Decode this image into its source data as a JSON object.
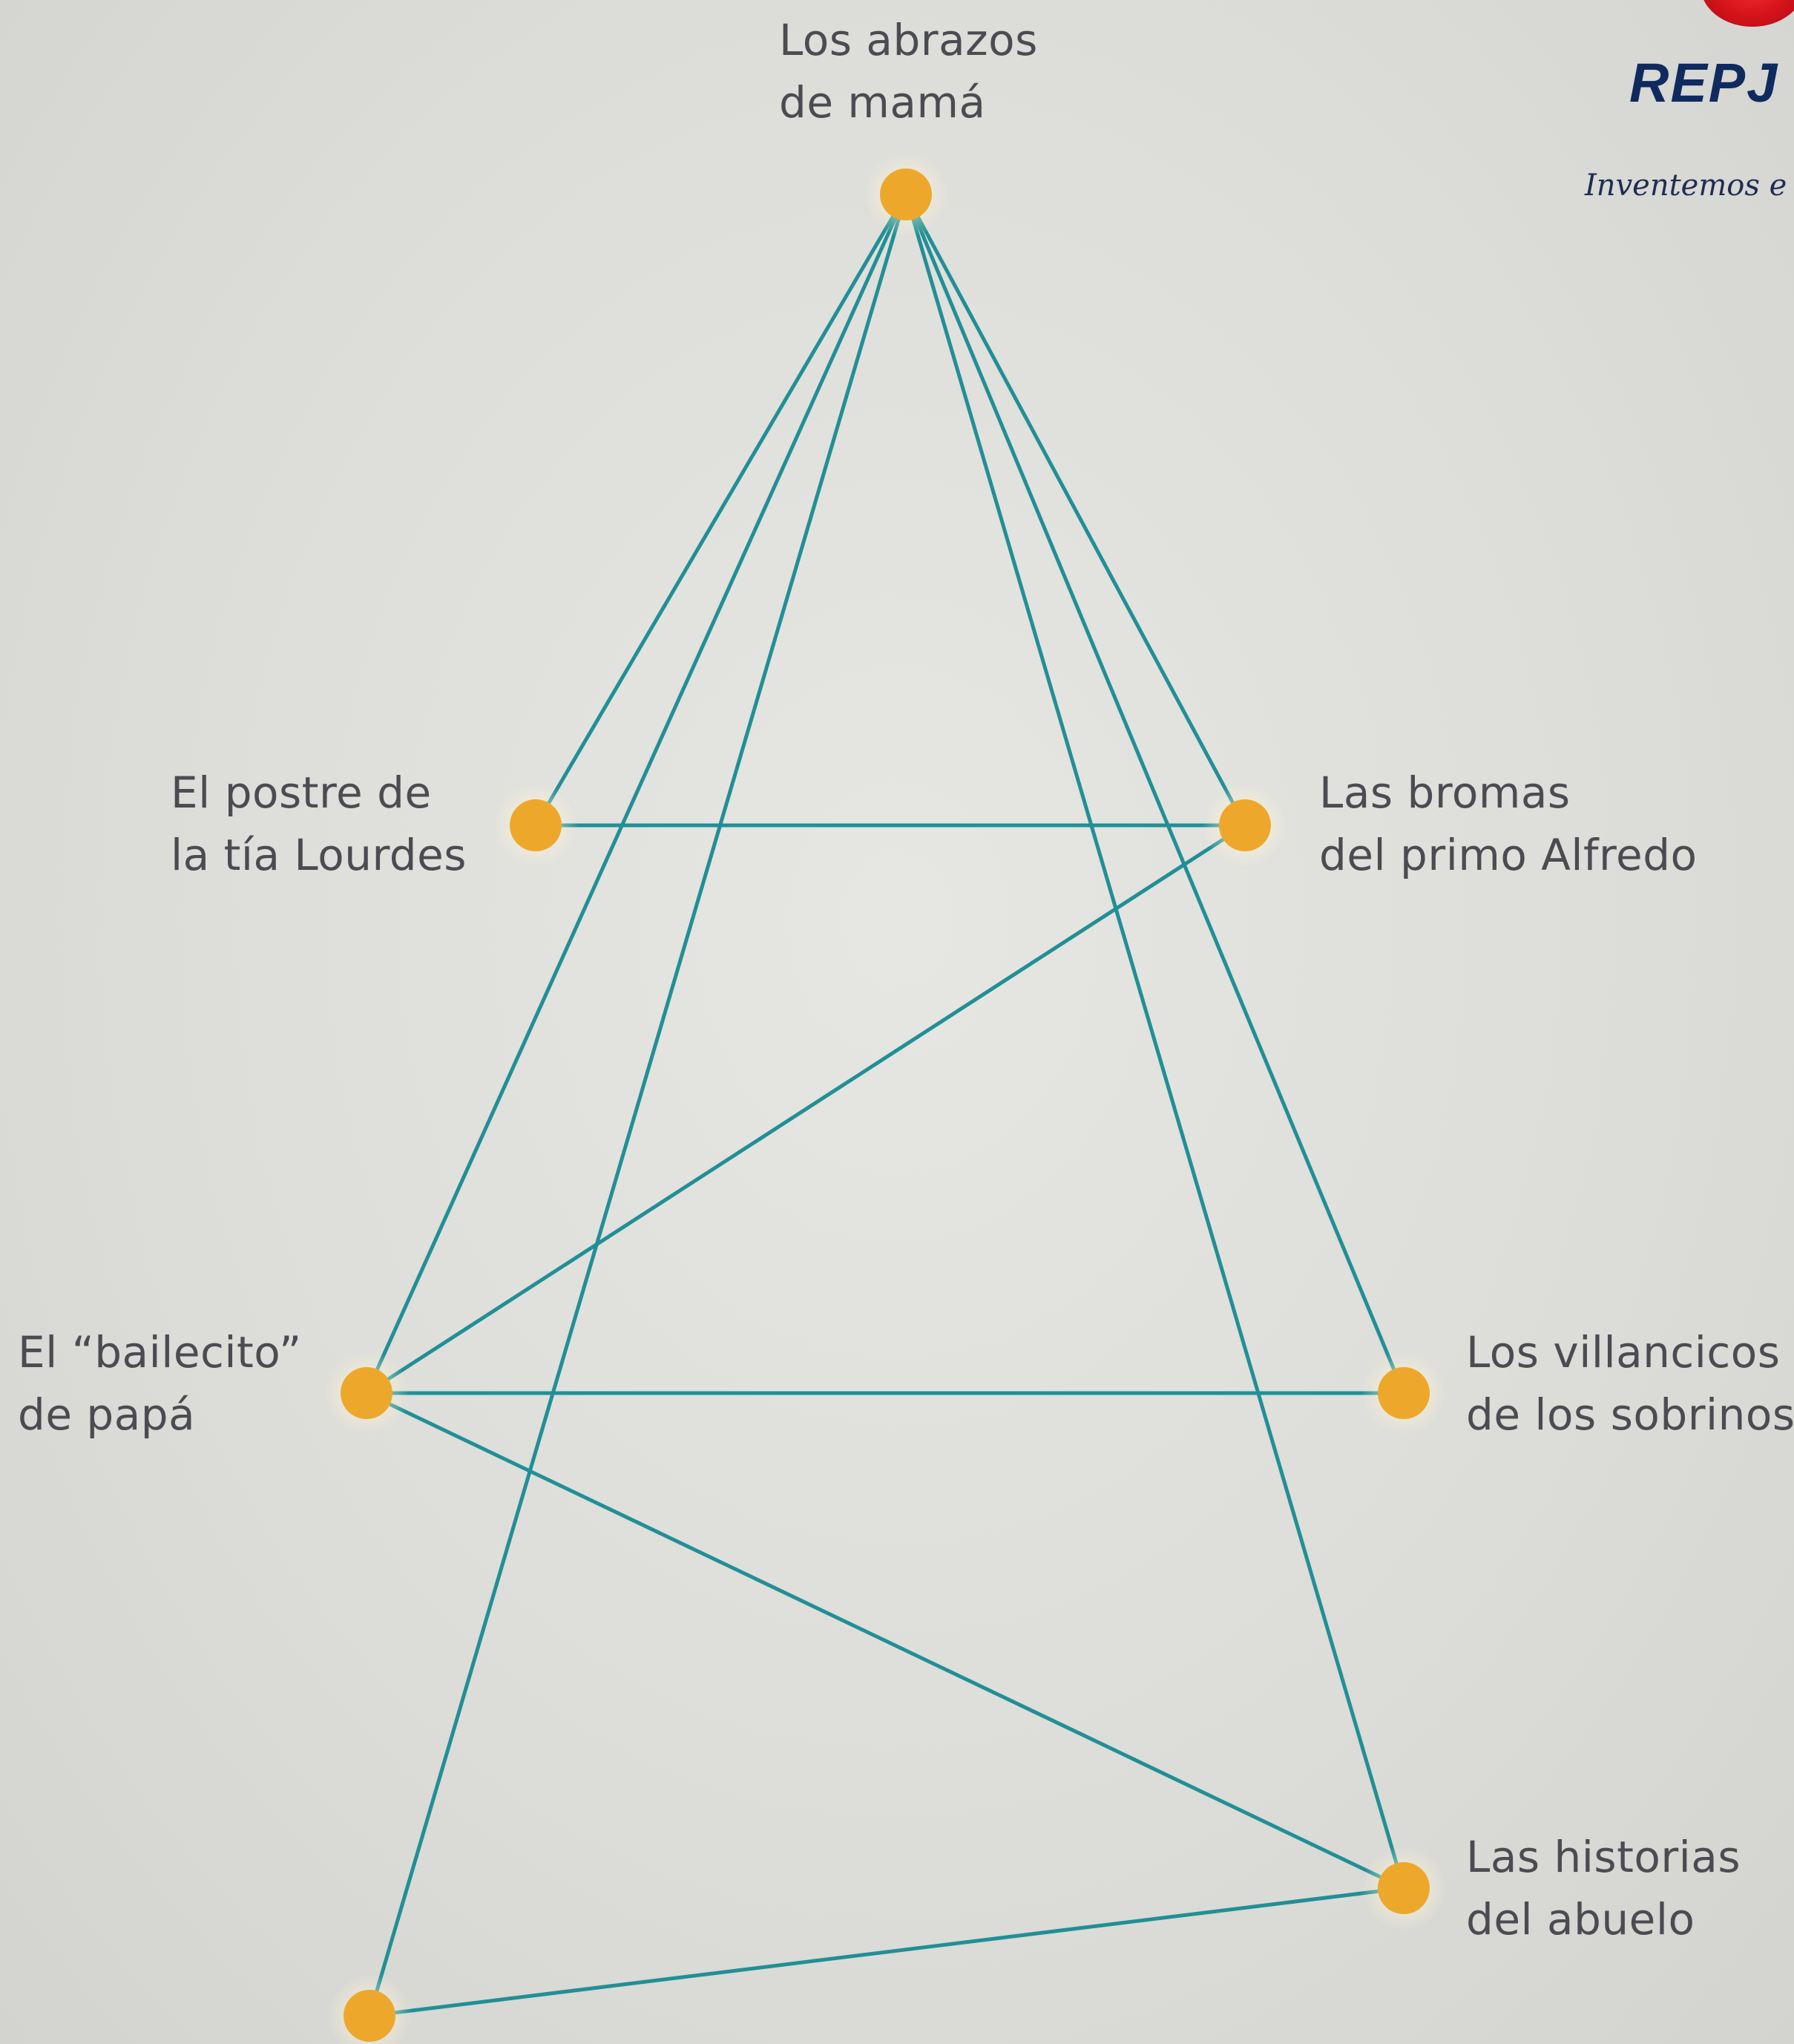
{
  "diagram": {
    "line_color": "#218f96",
    "node_color": "#eda82c",
    "label_color": "#4b4b52",
    "nodes": [
      {
        "id": "mama",
        "lines": [
          "Los abrazos",
          "de mamá"
        ]
      },
      {
        "id": "lourdes",
        "lines": [
          "El postre de",
          "la tía Lourdes"
        ]
      },
      {
        "id": "alfredo",
        "lines": [
          "Las bromas",
          "del primo Alfredo"
        ]
      },
      {
        "id": "papa",
        "lines": [
          "El “bailecito”",
          "de papá"
        ]
      },
      {
        "id": "sobrinos",
        "lines": [
          "Los villancicos",
          "de los sobrinos"
        ]
      },
      {
        "id": "abuelo",
        "lines": [
          "Las historias",
          "del abuelo"
        ]
      },
      {
        "id": "bottom",
        "lines": []
      }
    ],
    "edges": [
      [
        "mama",
        "lourdes"
      ],
      [
        "mama",
        "papa"
      ],
      [
        "mama",
        "bottom"
      ],
      [
        "mama",
        "alfredo"
      ],
      [
        "mama",
        "sobrinos"
      ],
      [
        "mama",
        "abuelo"
      ],
      [
        "lourdes",
        "alfredo"
      ],
      [
        "alfredo",
        "papa"
      ],
      [
        "papa",
        "sobrinos"
      ],
      [
        "papa",
        "abuelo"
      ],
      [
        "abuelo",
        "bottom"
      ]
    ]
  },
  "brand": {
    "name": "REPJ",
    "tagline": "Inventemos e",
    "mark_color": "#d7141b",
    "name_color": "#0f2a5e"
  }
}
